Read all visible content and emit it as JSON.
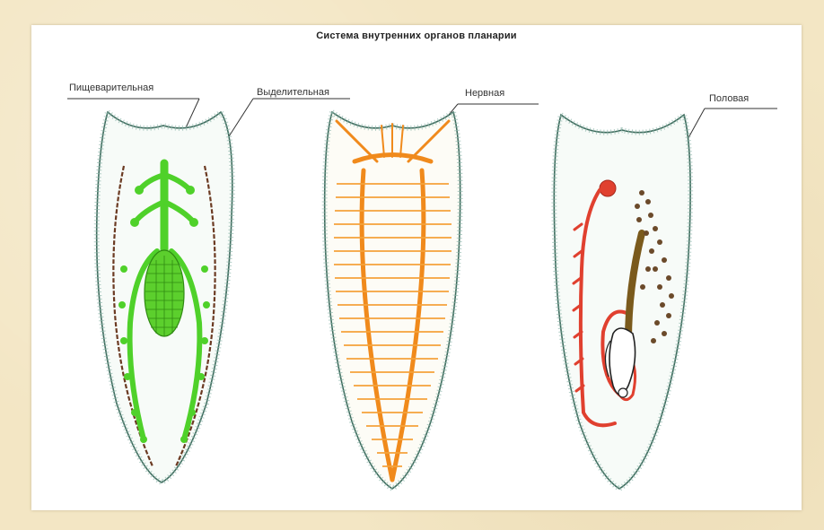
{
  "title": "Система внутренних органов планарии",
  "labels": {
    "digestive": "Пищеварительная",
    "excretory": "Выделительная",
    "nervous": "Нервная",
    "reproductive": "Половая"
  },
  "colors": {
    "background": "#f3e6c4",
    "digestive": "#4fd12a",
    "excretory": "#6b3a22",
    "nervous": "#f08a1c",
    "reproductive": "#e0402f",
    "outline": "#3d6a5c"
  }
}
